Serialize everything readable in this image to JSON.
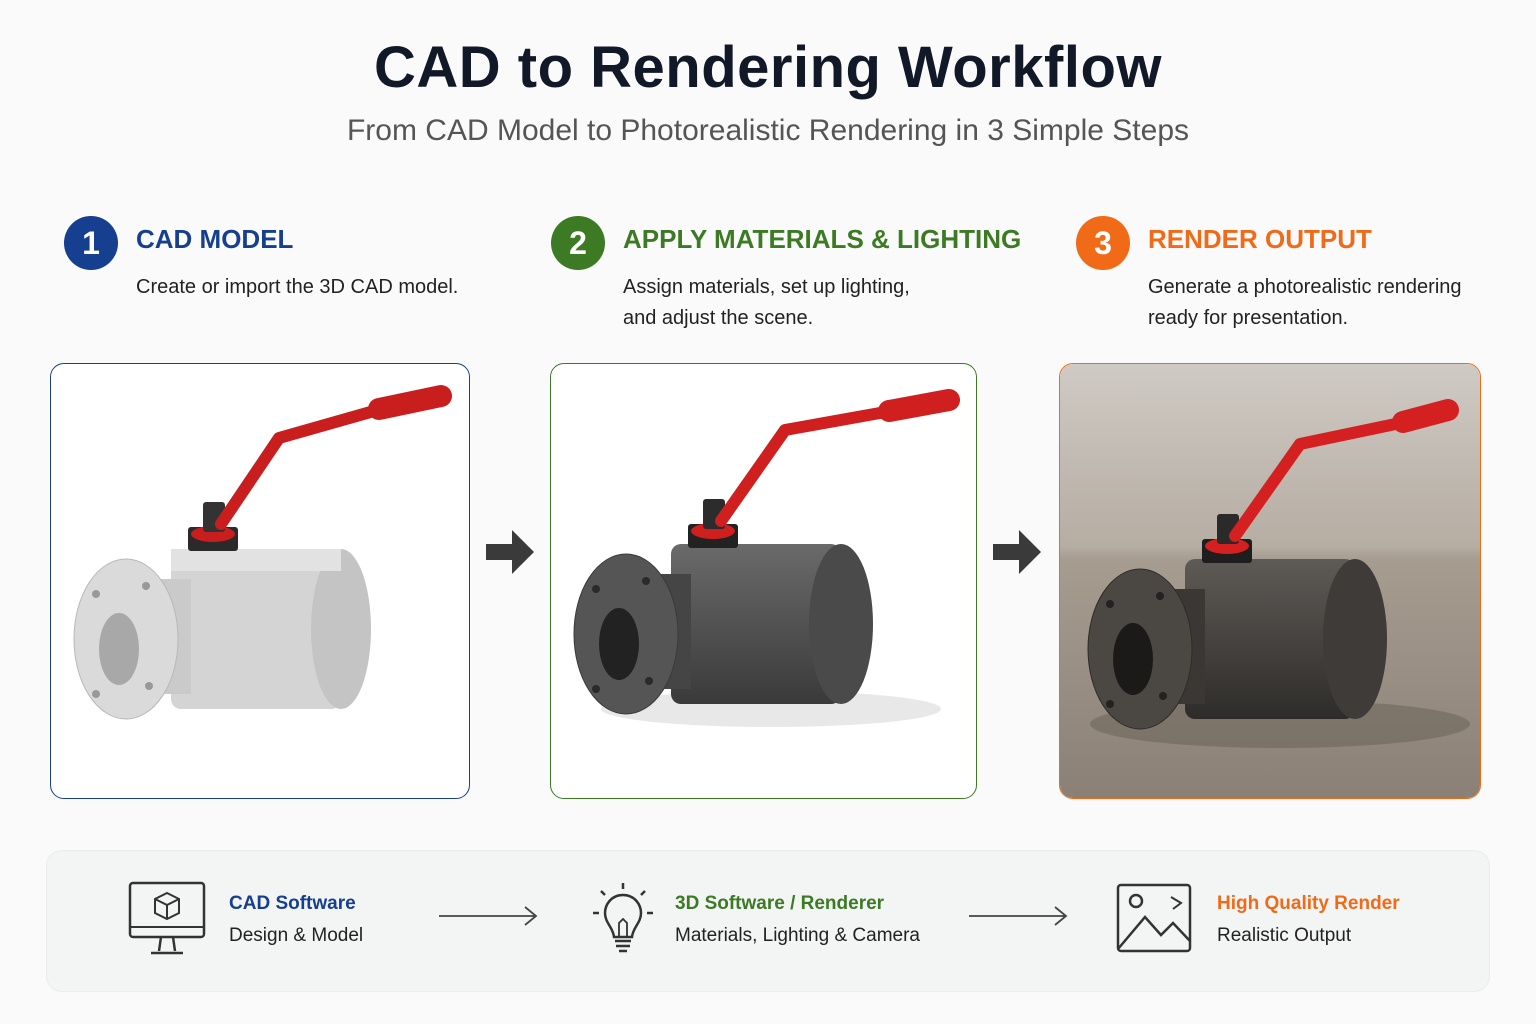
{
  "header": {
    "title": "CAD to Rendering Workflow",
    "subtitle": "From CAD Model to Photorealistic Rendering in 3 Simple Steps"
  },
  "colors": {
    "blue": "#163f8f",
    "green": "#3c7a24",
    "orange": "#f06a18"
  },
  "steps": [
    {
      "number": "1",
      "label": "CAD MODEL",
      "description": "Create or import the 3D CAD model."
    },
    {
      "number": "2",
      "label": "APPLY MATERIALS & LIGHTING",
      "description": "Assign materials, set up lighting, and adjust the scene."
    },
    {
      "number": "3",
      "label": "RENDER OUTPUT",
      "description": "Generate a photorealistic rendering ready for presentation."
    }
  ],
  "tools": [
    {
      "name": "CAD Software",
      "subtitle": "Design & Model",
      "icon": "monitor-cube-icon"
    },
    {
      "name": "3D Software / Renderer",
      "subtitle": "Materials, Lighting & Camera",
      "icon": "lightbulb-icon"
    },
    {
      "name": "High Quality Render",
      "subtitle": "Realistic Output",
      "icon": "image-icon"
    }
  ]
}
